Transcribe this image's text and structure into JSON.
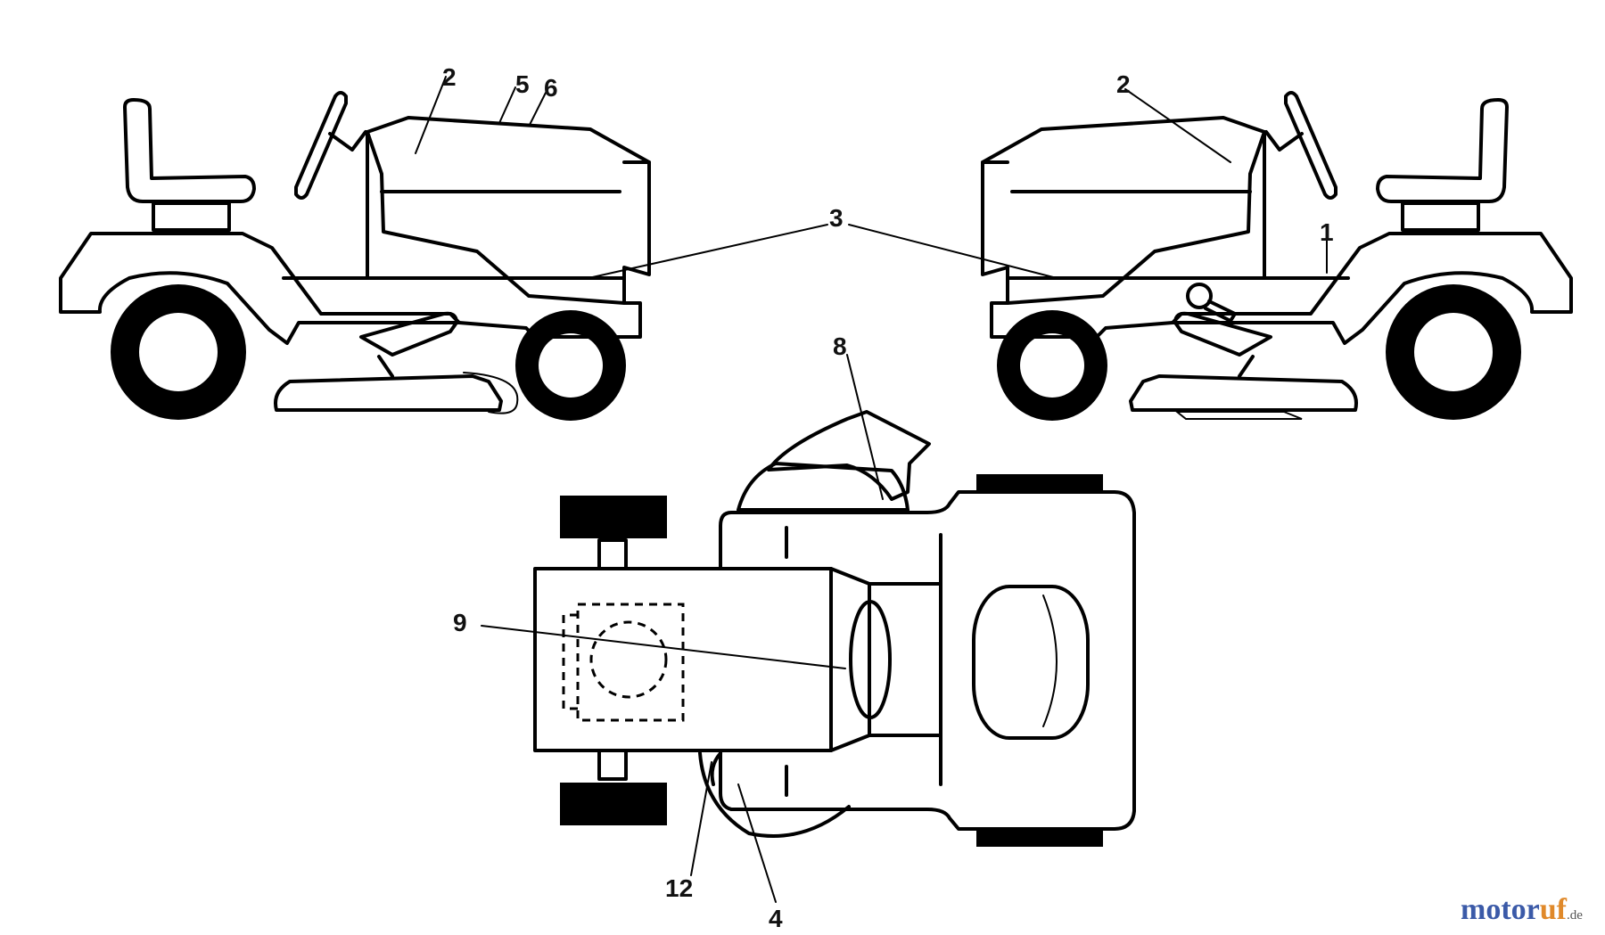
{
  "callouts": {
    "left_2": "2",
    "left_5": "5",
    "left_6": "6",
    "center_3": "3",
    "right_2": "2",
    "right_1": "1",
    "top_8": "8",
    "top_9": "9",
    "top_12": "12",
    "top_4": "4"
  },
  "watermark": {
    "main": "motor",
    "accent": "uf",
    "tld": ".de"
  },
  "colors": {
    "line": "#000000",
    "watermark_main": "#3b5aa8",
    "watermark_accent": "#e0892a"
  }
}
